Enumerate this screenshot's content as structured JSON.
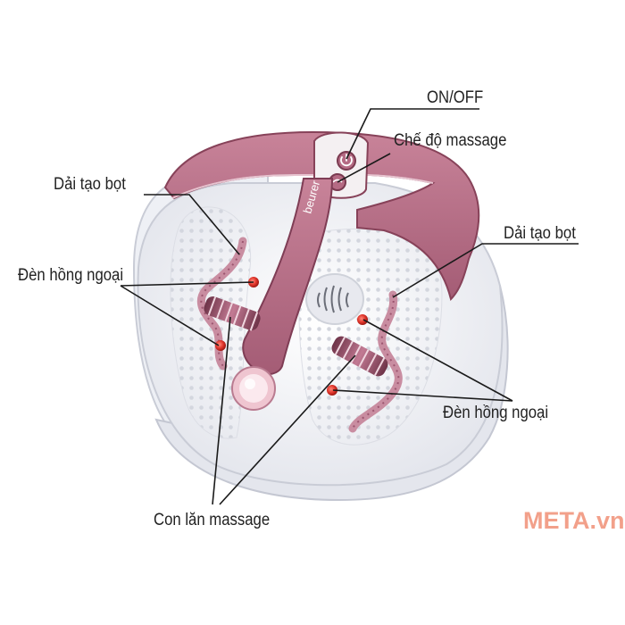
{
  "labels": {
    "on_off": "ON/OFF",
    "che_do_massage": "Chế độ massage",
    "dai_tao_bot_left": "Dải tạo bọt",
    "dai_tao_bot_right": "Dải tạo bọt",
    "den_hong_ngoai_left": "Đèn hồng ngoại",
    "den_hong_ngoai_right": "Đèn hồng ngoại",
    "con_lan_massage": "Con lăn massage"
  },
  "brand_on_device": "beurer",
  "watermark": "META.vn",
  "colors": {
    "device_pink": "#b56b84",
    "device_pink_dark": "#8f4a62",
    "basin_white": "#f4f5f8",
    "rim_grey": "#d9dbe2",
    "infrared_red": "#e0342a",
    "watermark": "#f2a08a",
    "leader_line": "#1a1a1a"
  }
}
